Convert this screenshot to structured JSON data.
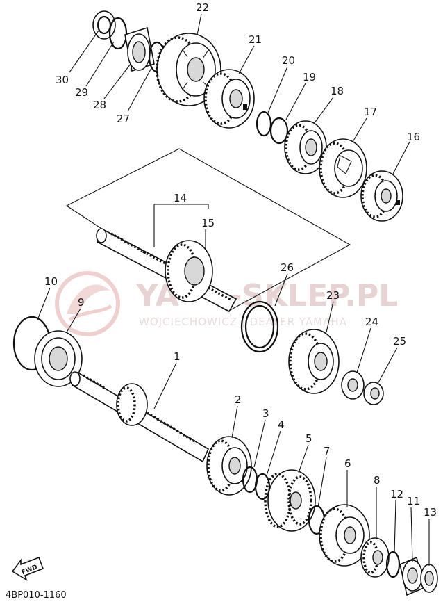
{
  "diagram": {
    "code": "4BP010-1160",
    "fwd_label": "FWD",
    "callouts": [
      {
        "id": "c1",
        "text": "1"
      },
      {
        "id": "c2",
        "text": "2"
      },
      {
        "id": "c3",
        "text": "3"
      },
      {
        "id": "c4",
        "text": "4"
      },
      {
        "id": "c5",
        "text": "5"
      },
      {
        "id": "c6",
        "text": "6"
      },
      {
        "id": "c7",
        "text": "7"
      },
      {
        "id": "c8",
        "text": "8"
      },
      {
        "id": "c9",
        "text": "9"
      },
      {
        "id": "c10",
        "text": "10"
      },
      {
        "id": "c11",
        "text": "11"
      },
      {
        "id": "c12",
        "text": "12"
      },
      {
        "id": "c13",
        "text": "13"
      },
      {
        "id": "c14",
        "text": "14"
      },
      {
        "id": "c15",
        "text": "15"
      },
      {
        "id": "c16",
        "text": "16"
      },
      {
        "id": "c17",
        "text": "17"
      },
      {
        "id": "c18",
        "text": "18"
      },
      {
        "id": "c19",
        "text": "19"
      },
      {
        "id": "c20",
        "text": "20"
      },
      {
        "id": "c21",
        "text": "21"
      },
      {
        "id": "c22",
        "text": "22"
      },
      {
        "id": "c23",
        "text": "23"
      },
      {
        "id": "c24",
        "text": "24"
      },
      {
        "id": "c25",
        "text": "25"
      },
      {
        "id": "c26",
        "text": "26"
      },
      {
        "id": "c27",
        "text": "27"
      },
      {
        "id": "c28",
        "text": "28"
      },
      {
        "id": "c29",
        "text": "29"
      },
      {
        "id": "c30",
        "text": "30"
      }
    ]
  },
  "watermark": {
    "brand_left": "YA",
    "brand_right": "-SKLEP.PL",
    "tagline": "WOJCIECHOWICZ | DEALER YAMAHA"
  }
}
